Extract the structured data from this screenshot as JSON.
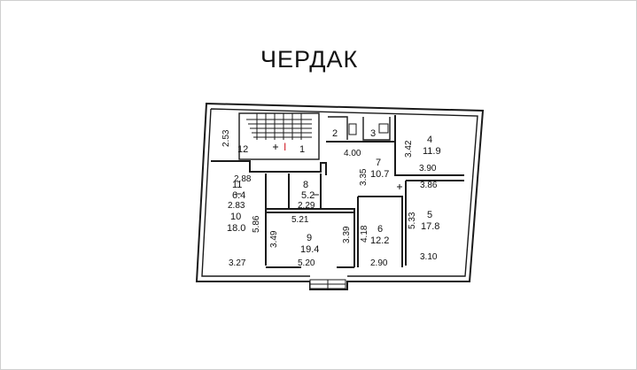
{
  "title": "ЧЕРДАК",
  "rooms": [
    {
      "id": "room-1",
      "number": "1",
      "area": ""
    },
    {
      "id": "room-2",
      "number": "2",
      "area": ""
    },
    {
      "id": "room-3",
      "number": "3",
      "area": ""
    },
    {
      "id": "room-4",
      "number": "4",
      "area": "11.9"
    },
    {
      "id": "room-5",
      "number": "5",
      "area": "17.8"
    },
    {
      "id": "room-6",
      "number": "6",
      "area": "12.2"
    },
    {
      "id": "room-7",
      "number": "7",
      "area": "10.7"
    },
    {
      "id": "room-8",
      "number": "8",
      "area": "5.2"
    },
    {
      "id": "room-9",
      "number": "9",
      "area": "19.4"
    },
    {
      "id": "room-10",
      "number": "10",
      "area": "18.0"
    },
    {
      "id": "room-11",
      "number": "11",
      "area": "6.4"
    },
    {
      "id": "room-12",
      "number": "12",
      "area": ""
    }
  ],
  "dimensions": [
    "2.53",
    "4.00",
    "3.42",
    "3.90",
    "2.88",
    "3.35",
    "3.86",
    "2.83",
    "2.29",
    "5.21",
    "5.86",
    "3.49",
    "3.39",
    "4.18",
    "5.33",
    "3.27",
    "5.20",
    "2.90",
    "3.10"
  ],
  "marker": "I",
  "colors": {
    "wall": "#1a1a1a",
    "marker": "#d21f2a",
    "background": "#ffffff"
  }
}
